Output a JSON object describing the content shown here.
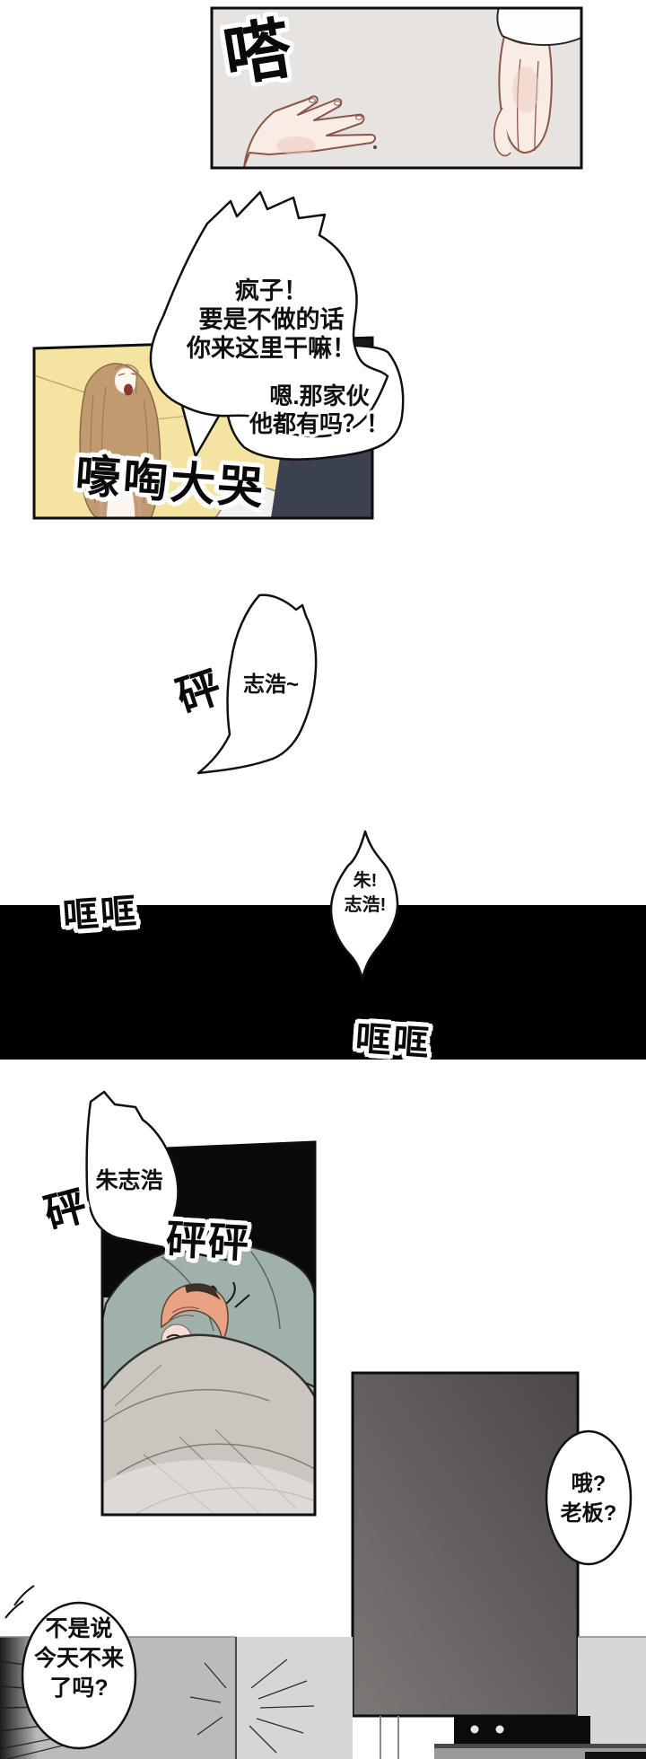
{
  "page_type": "manhua-comic-page",
  "colors": {
    "panel_border": "#0d0d0d",
    "band_black": "#000000",
    "room_yellow": "#f4e3a1",
    "dark_figure_navy": "#3c4150",
    "pillow_sage": "#a0b0aa",
    "blanket_gray": "#cbc5c0",
    "face_panel_gray": "#585252",
    "hair_peach": "#f0b193",
    "skin": "#f8ebe4"
  },
  "sfx": {
    "tap": "嗒",
    "wail": "嚎啕大哭",
    "bang_1": "砰",
    "clang_left": "哐哐",
    "clang_right": "哐哐",
    "bang_2": "砰",
    "bang_double": "砰砰"
  },
  "bubbles": {
    "crazy": {
      "lines": [
        "疯子！",
        "要是不做的话",
        "你来这里干嘛！"
      ]
    },
    "hmm": {
      "lines": [
        "嗯.那家伙",
        "他都有吗？！"
      ]
    },
    "zhihao_call": {
      "lines": [
        "志浩~"
      ]
    },
    "zhu_zhihao": {
      "lines": [
        "朱!",
        "志浩!"
      ]
    },
    "full_name": {
      "lines": [
        "朱志浩"
      ]
    },
    "oh_boss": {
      "lines": [
        "哦?",
        "老板?"
      ]
    },
    "not_coming": {
      "lines": [
        "不是说",
        "今天不来",
        "了吗?"
      ]
    }
  }
}
